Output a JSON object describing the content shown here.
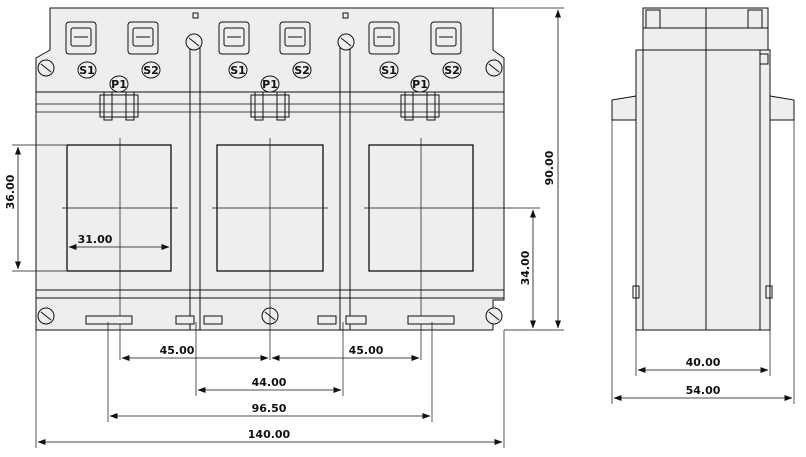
{
  "front_view": {
    "terminals": [
      "S1",
      "S2",
      "P1",
      "S1",
      "P1",
      "S2",
      "S1",
      "P1",
      "S2"
    ],
    "dims": {
      "window_height": "36.00",
      "window_width": "31.00",
      "overall_height": "90.00",
      "window_bottom_offset": "34.00",
      "pitch_left": "45.00",
      "pitch_right": "45.00",
      "mount_inner": "44.00",
      "mount_outer": "96.50",
      "overall_width": "140.00"
    }
  },
  "side_view": {
    "dims": {
      "body_depth": "40.00",
      "overall_depth": "54.00"
    }
  }
}
